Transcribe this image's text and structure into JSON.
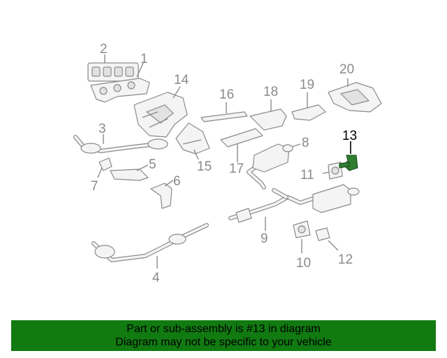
{
  "callouts": [
    {
      "id": "1",
      "text": "1"
    },
    {
      "id": "2",
      "text": "2"
    },
    {
      "id": "3",
      "text": "3"
    },
    {
      "id": "4",
      "text": "4"
    },
    {
      "id": "5",
      "text": "5"
    },
    {
      "id": "6",
      "text": "6"
    },
    {
      "id": "7",
      "text": "7"
    },
    {
      "id": "8",
      "text": "8"
    },
    {
      "id": "9",
      "text": "9"
    },
    {
      "id": "10",
      "text": "10"
    },
    {
      "id": "11",
      "text": "11"
    },
    {
      "id": "12",
      "text": "12"
    },
    {
      "id": "13",
      "text": "13",
      "highlighted": true
    },
    {
      "id": "14",
      "text": "14"
    },
    {
      "id": "15",
      "text": "15"
    },
    {
      "id": "16",
      "text": "16"
    },
    {
      "id": "17",
      "text": "17"
    },
    {
      "id": "18",
      "text": "18"
    },
    {
      "id": "19",
      "text": "19"
    },
    {
      "id": "20",
      "text": "20"
    }
  ],
  "banner": {
    "line1": "Part or sub-assembly is #13 in diagram",
    "line2": "Diagram may not be specific to your vehicle"
  },
  "colors": {
    "banner_bg": "#117a11",
    "highlight_part": "#2f7d2f",
    "linework": "#8a8a8a"
  }
}
